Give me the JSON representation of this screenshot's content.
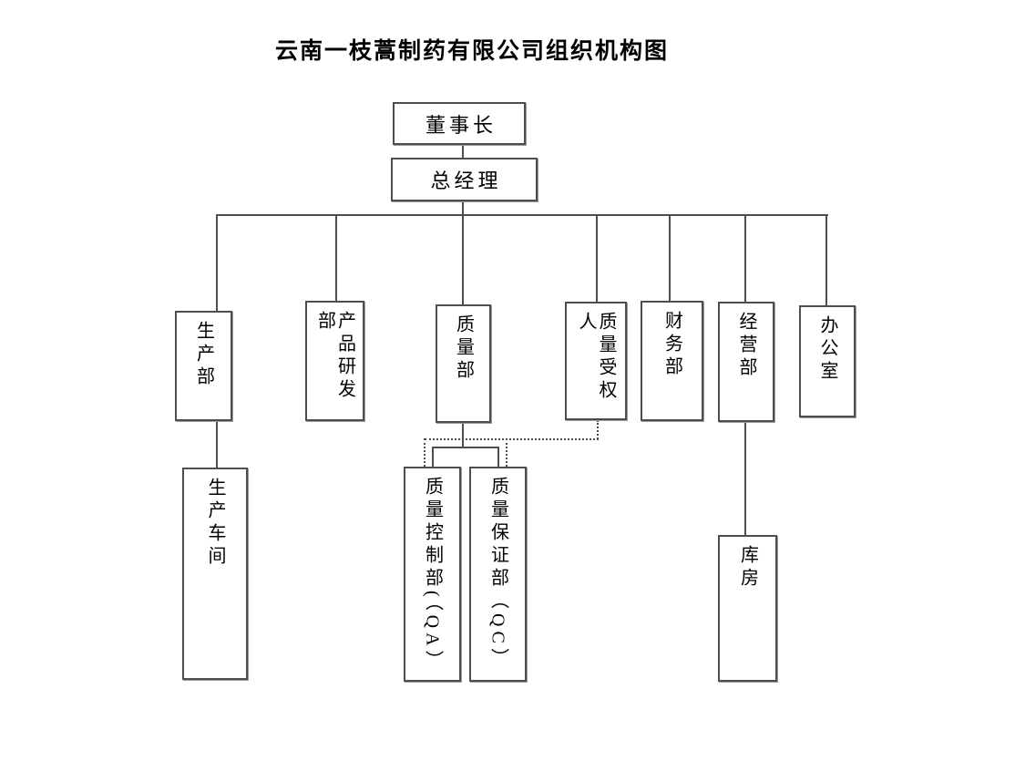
{
  "title": "云南一枝蒿制药有限公司组织机构图",
  "org_chart": {
    "type": "org-chart",
    "nodes": {
      "chairman": "董事长",
      "general_manager": "总经理",
      "production": "生产部",
      "rnd": "产品研发部",
      "quality": "质量部",
      "quality_authorized": "质量受权人",
      "finance": "财务部",
      "business": "经营部",
      "office": "办公室",
      "workshop": "生产车间",
      "qa": "质量控制部(（QA）",
      "qc": "质量保证部（QC）",
      "warehouse": "库房"
    },
    "edges": [
      {
        "from": "董事长",
        "to": "总经理",
        "style": "solid"
      },
      {
        "from": "总经理",
        "to": "生产部",
        "style": "solid"
      },
      {
        "from": "总经理",
        "to": "产品研发部",
        "style": "solid"
      },
      {
        "from": "总经理",
        "to": "质量部",
        "style": "solid"
      },
      {
        "from": "总经理",
        "to": "质量受权人",
        "style": "solid"
      },
      {
        "from": "总经理",
        "to": "财务部",
        "style": "solid"
      },
      {
        "from": "总经理",
        "to": "经营部",
        "style": "solid"
      },
      {
        "from": "总经理",
        "to": "办公室",
        "style": "solid"
      },
      {
        "from": "生产部",
        "to": "生产车间",
        "style": "solid"
      },
      {
        "from": "质量部",
        "to": "质量控制部(（QA）",
        "style": "solid"
      },
      {
        "from": "质量部",
        "to": "质量保证部（QC）",
        "style": "solid"
      },
      {
        "from": "质量受权人",
        "to": "质量控制部(（QA）",
        "style": "dotted"
      },
      {
        "from": "质量受权人",
        "to": "质量保证部（QC）",
        "style": "dotted"
      },
      {
        "from": "经营部",
        "to": "库房",
        "style": "solid"
      }
    ],
    "line_color": "#4e4e4e",
    "box_fill": "#ffffff",
    "text_color": "#000000"
  }
}
